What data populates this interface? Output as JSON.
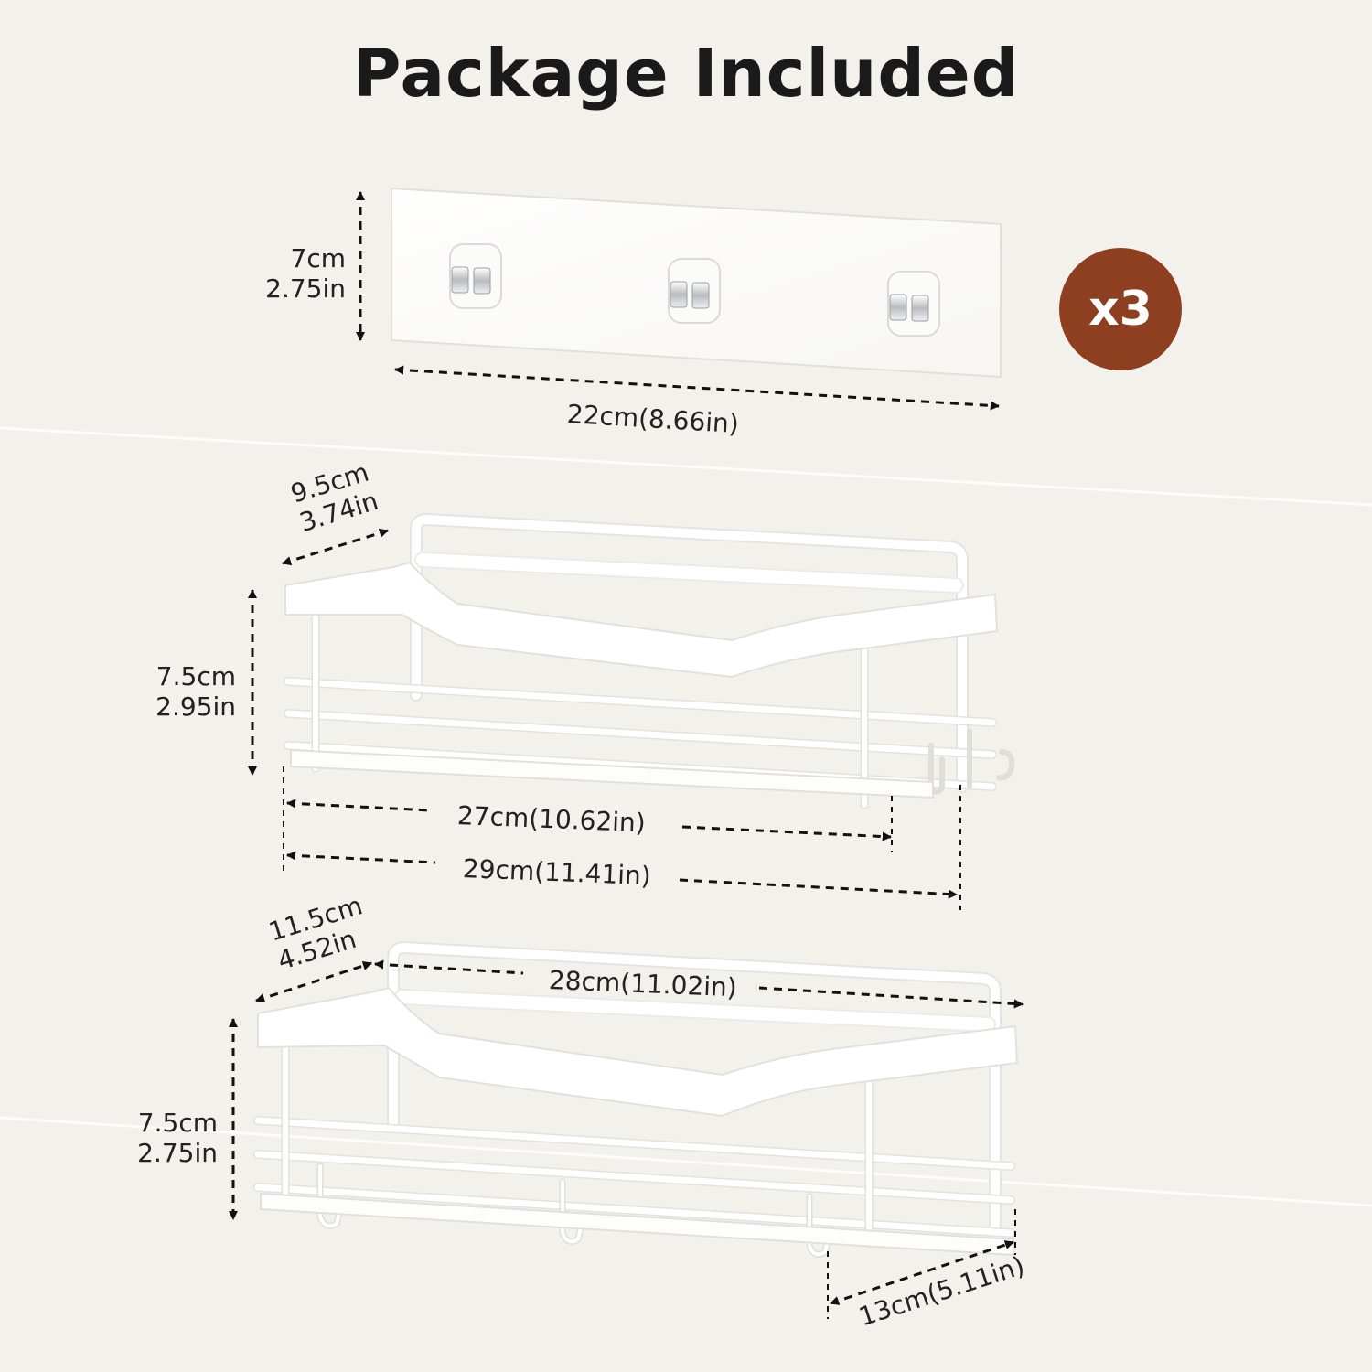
{
  "title": "Package Included",
  "badge": "x3",
  "adhesive_strip": {
    "height_cm": "7cm",
    "height_in": "2.75in",
    "width": "22cm(8.66in)"
  },
  "basket_top": {
    "depth_cm": "9.5cm",
    "depth_in": "3.74in",
    "height_cm": "7.5cm",
    "height_in": "2.95in",
    "inner_width": "27cm(10.62in)",
    "outer_width": "29cm(11.41in)"
  },
  "basket_bottom": {
    "depth_cm": "11.5cm",
    "depth_in": "4.52in",
    "width": "28cm(11.02in)",
    "height_cm": "7.5cm",
    "height_in": "2.75in",
    "side_depth": "13cm(5.11in)"
  },
  "colors": {
    "background": "#f3f1ec",
    "badge": "#8e3f1f",
    "product": "#ffffff"
  }
}
